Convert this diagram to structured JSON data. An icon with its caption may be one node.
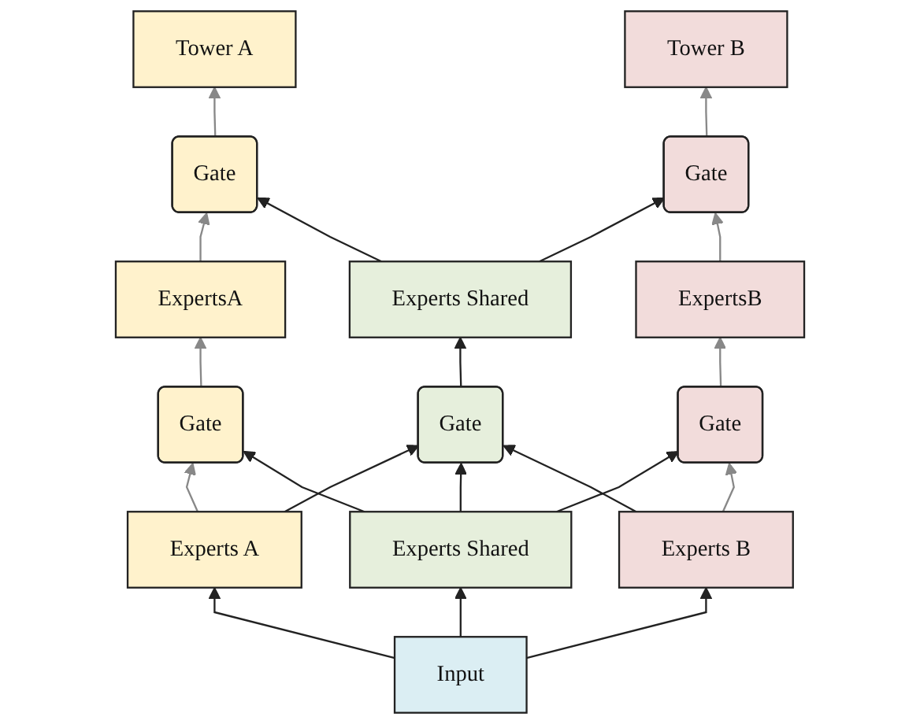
{
  "diagram": {
    "nodes": [
      {
        "text": [
          "Tower A"
        ]
      },
      {
        "text": [
          "Tower B"
        ]
      },
      {
        "text": [
          "Gate"
        ]
      },
      {
        "text": [
          "Gate"
        ]
      },
      {
        "text": [
          "ExpertsA"
        ]
      },
      {
        "text": [
          "Experts Shared"
        ]
      },
      {
        "text": [
          "ExpertsB"
        ]
      },
      {
        "text": [
          "Gate"
        ]
      },
      {
        "text": [
          "Gate"
        ]
      },
      {
        "text": [
          "Gate"
        ]
      },
      {
        "text": [
          "Experts A"
        ]
      },
      {
        "text": [
          "Experts Shared"
        ]
      },
      {
        "text": [
          "Experts B"
        ]
      },
      {
        "text": [
          "Input"
        ]
      }
    ],
    "edges": [
      {
        "from": 13,
        "to": 10,
        "arrow": "to"
      },
      {
        "from": 13,
        "to": 11,
        "arrow": "to"
      },
      {
        "from": 13,
        "to": 12,
        "arrow": "to"
      },
      {
        "from": 10,
        "to": 7,
        "arrow": "to",
        "color": "#888888"
      },
      {
        "from": 10,
        "to": 8,
        "arrow": "to"
      },
      {
        "from": 11,
        "to": 7,
        "arrow": "to"
      },
      {
        "from": 11,
        "to": 8,
        "arrow": "to"
      },
      {
        "from": 11,
        "to": 9,
        "arrow": "to"
      },
      {
        "from": 12,
        "to": 8,
        "arrow": "to"
      },
      {
        "from": 12,
        "to": 9,
        "arrow": "to",
        "color": "#888888"
      },
      {
        "from": 7,
        "to": 4,
        "arrow": "to",
        "color": "#888888"
      },
      {
        "from": 8,
        "to": 5,
        "arrow": "to"
      },
      {
        "from": 9,
        "to": 6,
        "arrow": "to",
        "color": "#888888"
      },
      {
        "from": 4,
        "to": 2,
        "arrow": "to",
        "color": "#888888"
      },
      {
        "from": 5,
        "to": 2,
        "arrow": "to"
      },
      {
        "from": 5,
        "to": 3,
        "arrow": "to"
      },
      {
        "from": 6,
        "to": 3,
        "arrow": "to",
        "color": "#888888"
      },
      {
        "from": 2,
        "to": 0,
        "arrow": "to",
        "color": "#888888"
      },
      {
        "from": 3,
        "to": 1,
        "arrow": "to",
        "color": "#888888"
      }
    ]
  }
}
